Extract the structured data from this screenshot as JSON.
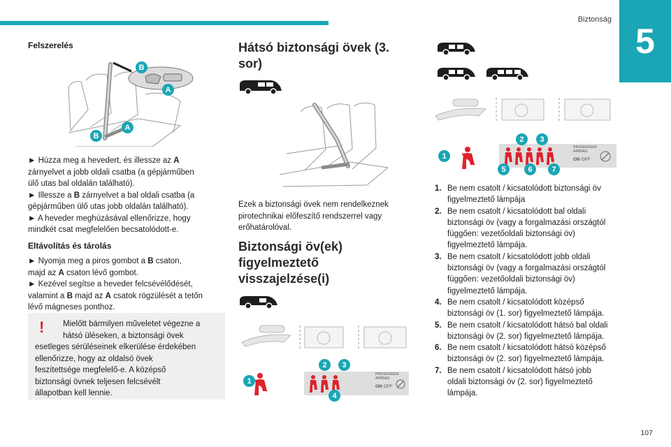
{
  "header": {
    "section": "Biztonság",
    "chapter_number": "5",
    "page_number": "107"
  },
  "left": {
    "heading_fitting": "Felszerelés",
    "fig_labels": [
      "B",
      "A",
      "B",
      "A"
    ],
    "p1_lines": [
      [
        "► Húzza meg a hevedert, és illessze az ",
        "A"
      ],
      [
        "zárnyelvet a jobb oldali csatba (a gépjárműben"
      ],
      [
        "ülő utas bal oldalán található)."
      ],
      [
        "► Illessze a ",
        "B",
        " zárnyelvet a bal oldali csatba (a"
      ],
      [
        "gépjárműben ülő utas jobb oldalán található)."
      ],
      [
        "► A heveder meghúzásával ellenőrizze, hogy"
      ],
      [
        "mindkét csat megfelelően becsatolódott-e."
      ]
    ],
    "heading_removal": "Eltávolítás és tárolás",
    "p2_lines": [
      [
        "► Nyomja meg a piros gombot a ",
        "B",
        " csaton,"
      ],
      [
        "majd az ",
        "A",
        " csaton lévő gombot."
      ],
      [
        "► Kezével segítse a heveder felcsévélődését,"
      ],
      [
        "valamint a ",
        "B",
        " majd az ",
        "A",
        " csatok rögzülését a tetőn"
      ],
      [
        "lévő mágneses ponthoz."
      ]
    ],
    "warning_mark": "!",
    "warning_lines": [
      "Mielőtt bármilyen műveletet végezne a",
      "hátsó üléseken, a biztonsági övek",
      "esetleges sérüléseinek elkerülése érdekében",
      "ellenőrizze, hogy az oldalsó övek",
      "feszítettsége megfelelő-e. A középső",
      "biztonsági övnek teljesen felcsévélt",
      "állapotban kell lennie."
    ]
  },
  "middle": {
    "heading1_lines": [
      "Hátsó biztonsági övek (3.",
      "sor)"
    ],
    "p_lines": [
      "Ezek a biztonsági övek nem rendelkeznek",
      "pirotechnikai előfeszítő rendszerrel vagy",
      "erőhatárolóval."
    ],
    "heading2_lines": [
      "Biztonsági öv(ek)",
      "figyelmeztető",
      "visszajelzése(i)"
    ],
    "badges": [
      "1",
      "2",
      "3",
      "4"
    ],
    "panel": {
      "line1": "PASSENGER",
      "line2": "AIRBAG",
      "on": "ON",
      "off": "OFF"
    }
  },
  "right": {
    "badges": [
      "1",
      "2",
      "3",
      "5",
      "6",
      "7"
    ],
    "panel": {
      "line1": "PASSENGER",
      "line2": "AIRBAG",
      "on": "ON",
      "off": "OFF"
    },
    "legend": [
      {
        "num": "1.",
        "lines": [
          "Be nem csatolt / kicsatolódott biztonsági öv",
          "figyelmeztető lámpája"
        ]
      },
      {
        "num": "2.",
        "lines": [
          "Be nem csatolt / kicsatolódott bal oldali",
          "biztonsági öv (vagy a forgalmazási országtól",
          "függően: vezetőoldali biztonsági öv)",
          "figyelmeztető lámpája."
        ]
      },
      {
        "num": "3.",
        "lines": [
          "Be nem csatolt / kicsatolódott jobb oldali",
          "biztonsági öv (vagy a forgalmazási országtól",
          "függően: vezetőoldali biztonsági öv)",
          "figyelmeztető lámpája."
        ]
      },
      {
        "num": "4.",
        "lines": [
          "Be nem csatolt / kicsatolódott középső",
          "biztonsági öv (1. sor) figyelmeztető lámpája."
        ]
      },
      {
        "num": "5.",
        "lines": [
          "Be nem csatolt / kicsatolódott hátsó bal oldali",
          "biztonsági öv (2. sor) figyelmeztető lámpája."
        ]
      },
      {
        "num": "6.",
        "lines": [
          "Be nem csatolt / kicsatolódott hátsó középső",
          "biztonsági öv (2. sor) figyelmeztető lámpája."
        ]
      },
      {
        "num": "7.",
        "lines": [
          "Be nem csatolt / kicsatolódott hátsó jobb",
          "oldali biztonsági öv (2. sor) figyelmeztető",
          "lámpája."
        ]
      }
    ]
  },
  "colors": {
    "accent": "#1aa6b5",
    "warning": "#e0222d",
    "lamp": "#e0222d",
    "note_bg": "#efefef"
  }
}
